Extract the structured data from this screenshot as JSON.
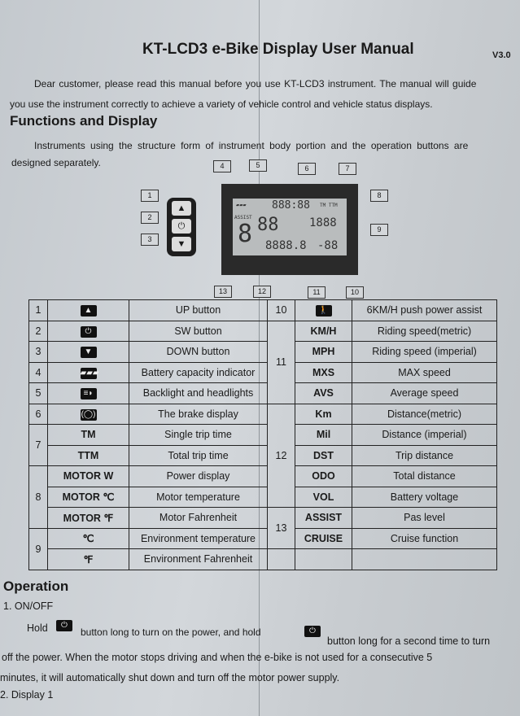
{
  "header": {
    "title": "KT-LCD3 e-Bike Display User Manual",
    "version": "V3.0"
  },
  "intro": {
    "line1": "Dear customer, please read this manual before you use KT-LCD3 instrument. The manual will guide",
    "line2": "you use the instrument correctly to achieve a variety of vehicle control and vehicle status displays."
  },
  "section1": {
    "heading": "Functions and Display",
    "line1": "Instruments using the structure form of instrument body portion and the operation buttons are",
    "line2": "designed separately."
  },
  "diagram": {
    "callouts": [
      "1",
      "2",
      "3",
      "4",
      "5",
      "6",
      "7",
      "8",
      "9",
      "10",
      "11",
      "12",
      "13"
    ],
    "lcd": {
      "assist": "ASSIST",
      "big": "8",
      "speed": "88",
      "clock": "888:88",
      "power": "1888",
      "odo": "8888.8",
      "temp": "-88",
      "tm": "TM TTM"
    }
  },
  "table": {
    "left": [
      {
        "num": "1",
        "icon": "▲",
        "icon_name": "up-arrow-icon",
        "desc": "UP button"
      },
      {
        "num": "2",
        "icon": "⏻",
        "icon_name": "power-icon",
        "desc": "SW button"
      },
      {
        "num": "3",
        "icon": "▼",
        "icon_name": "down-arrow-icon",
        "desc": "DOWN button"
      },
      {
        "num": "4",
        "icon": "▰▰▰",
        "icon_name": "battery-icon",
        "desc": "Battery capacity indicator"
      },
      {
        "num": "5",
        "icon": "≡◗",
        "icon_name": "headlight-icon",
        "desc": "Backlight and headlights"
      },
      {
        "num": "6",
        "icon": "(◯)",
        "icon_name": "brake-icon",
        "desc": "The brake display"
      },
      {
        "num": "7",
        "code": "TM",
        "desc": "Single trip time"
      },
      {
        "code": "TTM",
        "desc": "Total trip time"
      },
      {
        "num": "8",
        "code": "MOTOR W",
        "desc": "Power display"
      },
      {
        "code": "MOTOR ℃",
        "desc": "Motor temperature"
      },
      {
        "code": "MOTOR ℉",
        "desc": "Motor Fahrenheit"
      },
      {
        "num": "9",
        "code": "℃",
        "desc": "Environment temperature"
      },
      {
        "code": "℉",
        "desc": "Environment Fahrenheit"
      }
    ],
    "right": [
      {
        "num": "10",
        "icon": "🚶",
        "icon_name": "walk-assist-icon",
        "desc": "6KM/H push power assist"
      },
      {
        "num": "11",
        "code": "KM/H",
        "desc": "Riding speed(metric)"
      },
      {
        "code": "MPH",
        "desc": "Riding speed (imperial)"
      },
      {
        "code": "MXS",
        "desc": "MAX speed"
      },
      {
        "code": "AVS",
        "desc": "Average speed"
      },
      {
        "num": "12",
        "code": "Km",
        "desc": "Distance(metric)"
      },
      {
        "code": "Mil",
        "desc": "Distance (imperial)"
      },
      {
        "code": "DST",
        "desc": "Trip distance"
      },
      {
        "code": "ODO",
        "desc": "Total distance"
      },
      {
        "code": "VOL",
        "desc": "Battery voltage"
      },
      {
        "num": "13",
        "code": "ASSIST",
        "desc": "Pas level"
      },
      {
        "code": "CRUISE",
        "desc": "Cruise function"
      },
      {
        "code": "",
        "desc": ""
      }
    ]
  },
  "operation": {
    "heading": "Operation",
    "item1": "1.   ON/OFF",
    "hold": "Hold",
    "p1a": "button long to turn on the power, and hold",
    "p1b": "button long for a second time to turn",
    "p2": "off the power. When the motor stops driving and when the e-bike is not used for a consecutive 5",
    "p3": "minutes, it will automatically shut down and turn off the motor power supply.",
    "item2": "2.  Display 1"
  }
}
